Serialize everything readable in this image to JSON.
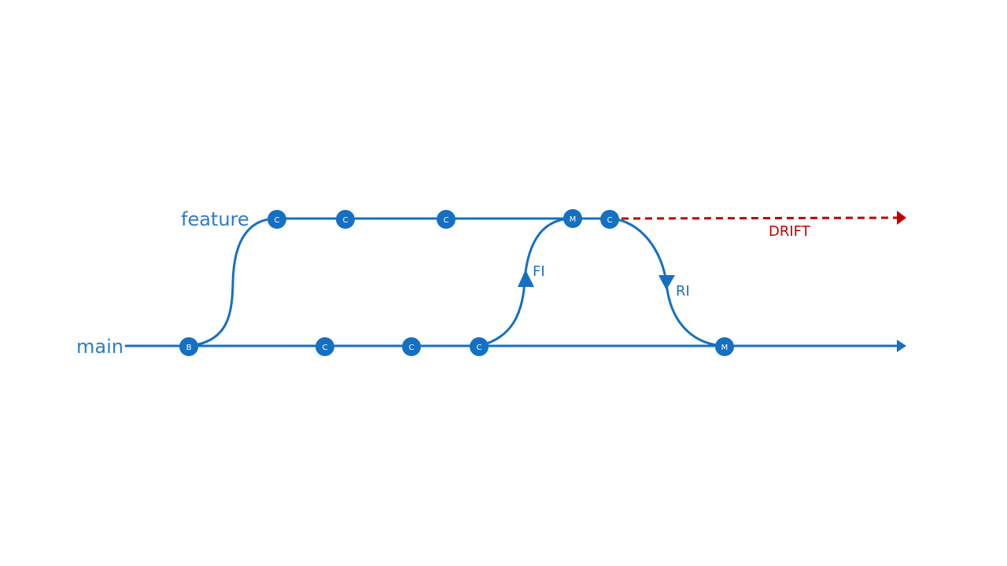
{
  "diagram": {
    "branches": {
      "main": {
        "label": "main"
      },
      "feature": {
        "label": "feature"
      }
    },
    "main_commits": [
      "B",
      "C",
      "C",
      "C",
      "M"
    ],
    "feature_commits": [
      "C",
      "C",
      "C",
      "M",
      "C"
    ],
    "flows": {
      "fi": "FI",
      "ri": "RI",
      "drift": "DRIFT"
    },
    "colors": {
      "branch": "#1470c2",
      "label": "#2f7cc4",
      "drift": "#c00000"
    }
  }
}
